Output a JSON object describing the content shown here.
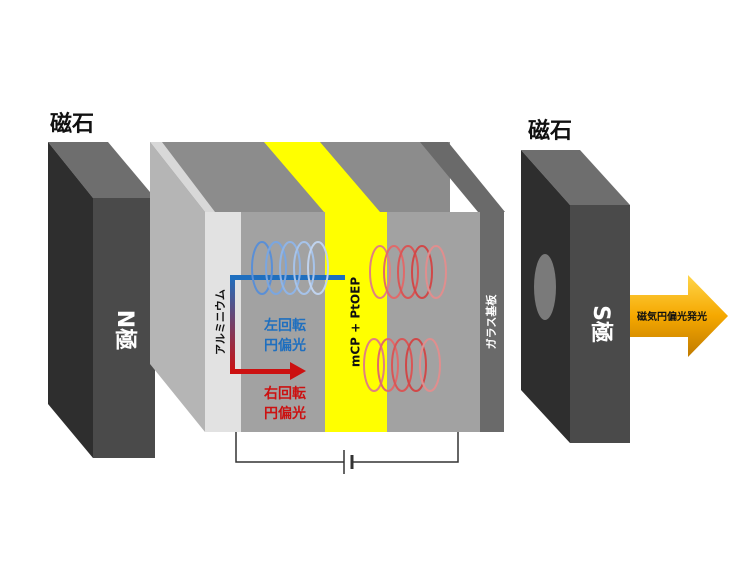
{
  "magnet_left": {
    "heading": "磁石",
    "pole": "N極"
  },
  "magnet_right": {
    "heading": "磁石",
    "pole": "S極"
  },
  "layers": {
    "electrode": "アルミニウム",
    "emitter": "mCP + PtOEP",
    "substrate": "ガラス基板"
  },
  "polarization": {
    "left_line1": "左回転",
    "left_line2": "円偏光",
    "right_line1": "右回転",
    "right_line2": "円偏光"
  },
  "output_arrow": {
    "label": "磁気円偏光発光"
  },
  "colors": {
    "magnet_front": "#4a4a4a",
    "magnet_side": "#2e2e2e",
    "magnet_top": "#6e6e6e",
    "device_gray": "#9a9a9a",
    "emitter_yellow": "#ffff00",
    "left_circular": "#1f6fbf",
    "right_circular": "#cc1111",
    "arrow_orange": "#f5a800"
  }
}
